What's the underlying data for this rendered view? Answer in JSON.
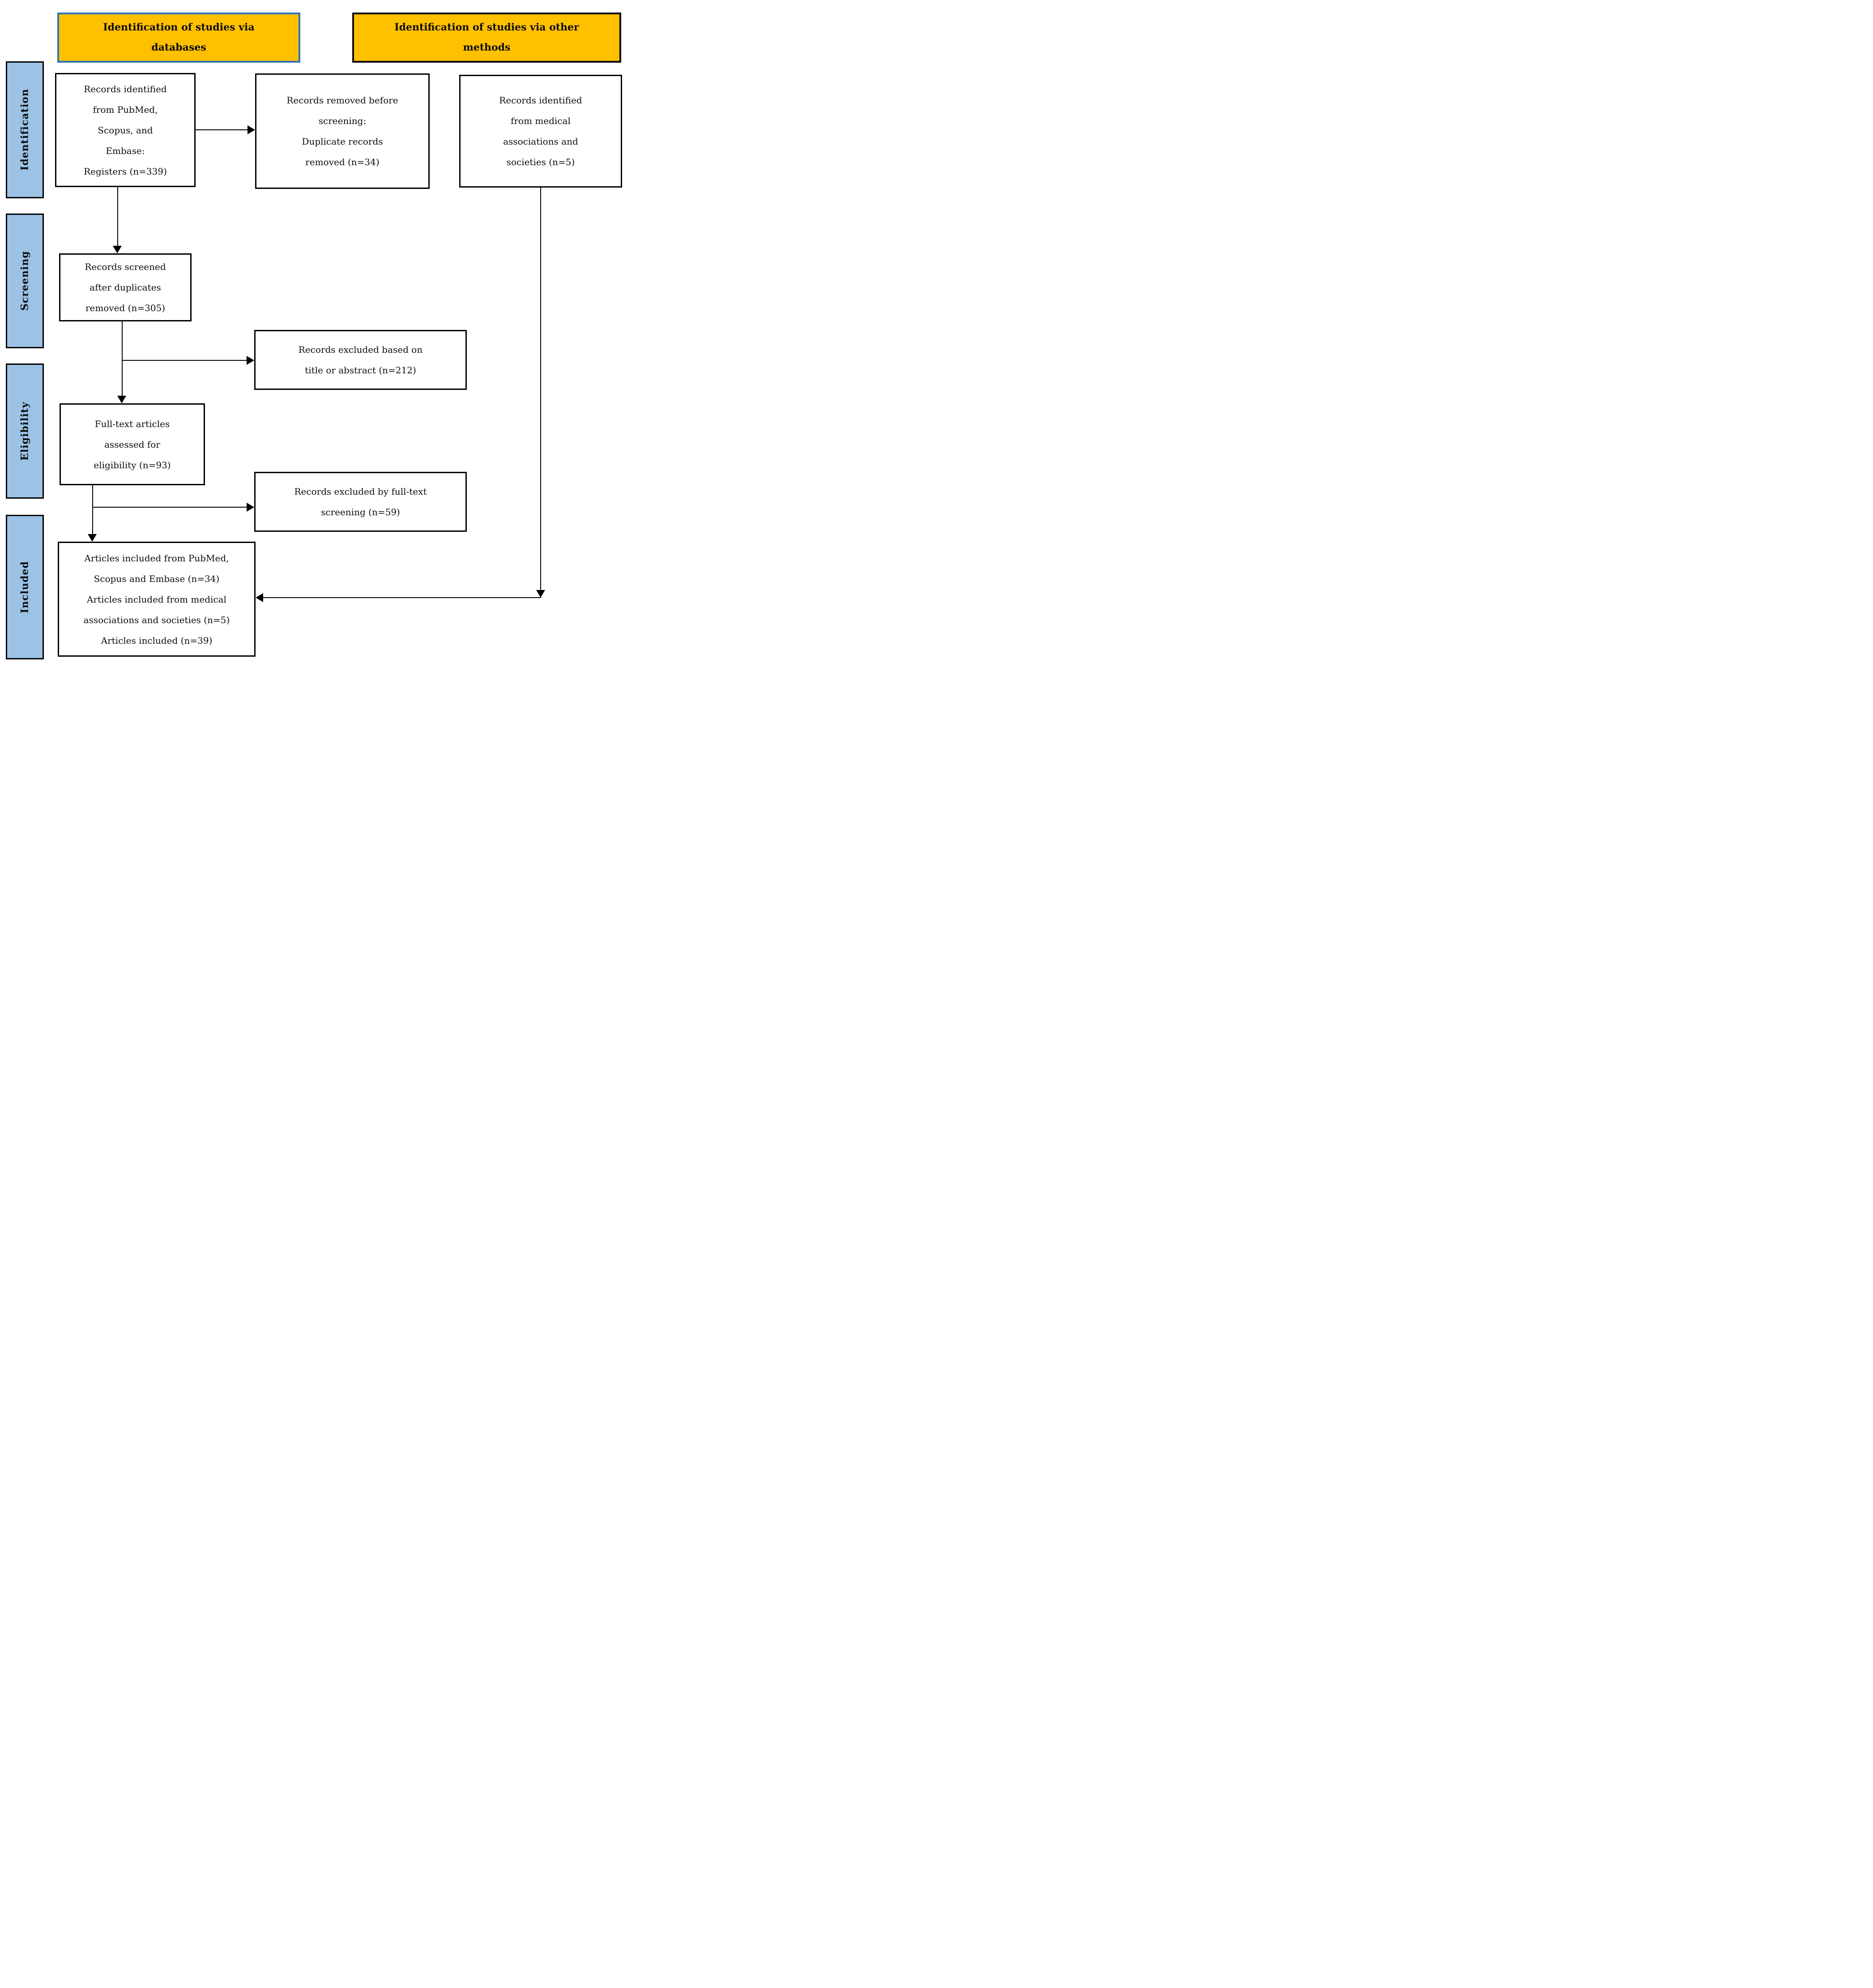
{
  "diagram": {
    "headers": {
      "databases": "Identification of studies via\ndatabases",
      "other_methods": "Identification of studies via other\nmethods"
    },
    "stages": {
      "identification": "Identification",
      "screening": "Screening",
      "eligibility": "Eligibility",
      "included": "Included"
    },
    "boxes": {
      "records_identified": "Records identified\nfrom PubMed,\nScopus, and\nEmbase:\nRegisters (n=339)",
      "records_removed": "Records removed before\nscreening:\nDuplicate records\nremoved (n=34)",
      "medical_associations": "Records identified\nfrom medical\nassociations and\nsocieties (n=5)",
      "records_screened": "Records screened\nafter duplicates\nremoved (n=305)",
      "excluded_title_abstract": "Records excluded based on\ntitle or abstract (n=212)",
      "fulltext_assessed": "Full-text articles\nassessed for\neligibility (n=93)",
      "excluded_fulltext": "Records excluded by full-text\nscreening (n=59)",
      "articles_included": "Articles included from PubMed,\nScopus and Embase (n=34)\nArticles included from medical\nassociations and societies (n=5)\nArticles included (n=39)"
    },
    "counts": {
      "registers_identified": 339,
      "duplicates_removed": 34,
      "records_screened": 305,
      "excluded_title_abstract": 212,
      "fulltext_assessed": 93,
      "excluded_fulltext": 59,
      "included_from_databases": 34,
      "included_from_associations": 5,
      "included_total": 39,
      "identified_other_methods": 5
    },
    "colors": {
      "header_fill": "#FFC000",
      "header_databases_border": "#2E75B6",
      "header_other_border": "#0A0A0A",
      "stage_fill": "#9CC3E6",
      "box_fill": "#FFFFFF",
      "line": "#000000"
    }
  }
}
